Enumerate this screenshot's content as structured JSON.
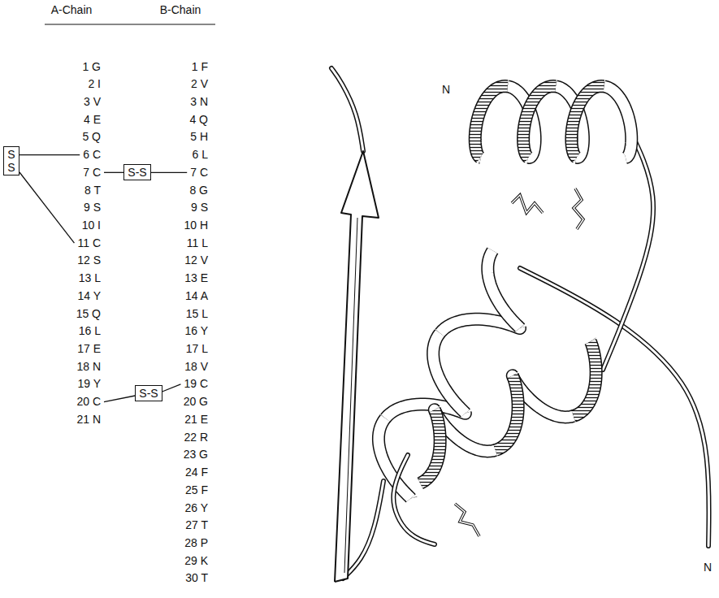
{
  "diagram": {
    "nodes": [
      {
        "text": [
          "S S"
        ]
      },
      {
        "text": [
          "S-S"
        ]
      },
      {
        "text": [
          "S-S"
        ]
      }
    ],
    "labels": [
      "A-Chain",
      "B-Chain",
      "1 G",
      "2 I",
      "3 V",
      "4 E",
      "5 Q",
      "6 C",
      "7 C",
      "8 T",
      "9 S",
      "10 I",
      "11 C",
      "12 S",
      "13 L",
      "14 Y",
      "15 Q",
      "16 L",
      "17 E",
      "18 N",
      "19 Y",
      "20 C",
      "21 N",
      "1 F",
      "2 V",
      "3 N",
      "4 Q",
      "5 H",
      "6 L",
      "7 C",
      "8 G",
      "9 S",
      "10 H",
      "11 L",
      "12 V",
      "13 E",
      "14 A",
      "15 L",
      "16 Y",
      "17 L",
      "18 V",
      "19 C",
      "20 G",
      "21 E",
      "22 R",
      "23 G",
      "24 F",
      "25 F",
      "26 Y",
      "27 T",
      "28 P",
      "29 K",
      "30 T",
      "N",
      "N"
    ]
  }
}
